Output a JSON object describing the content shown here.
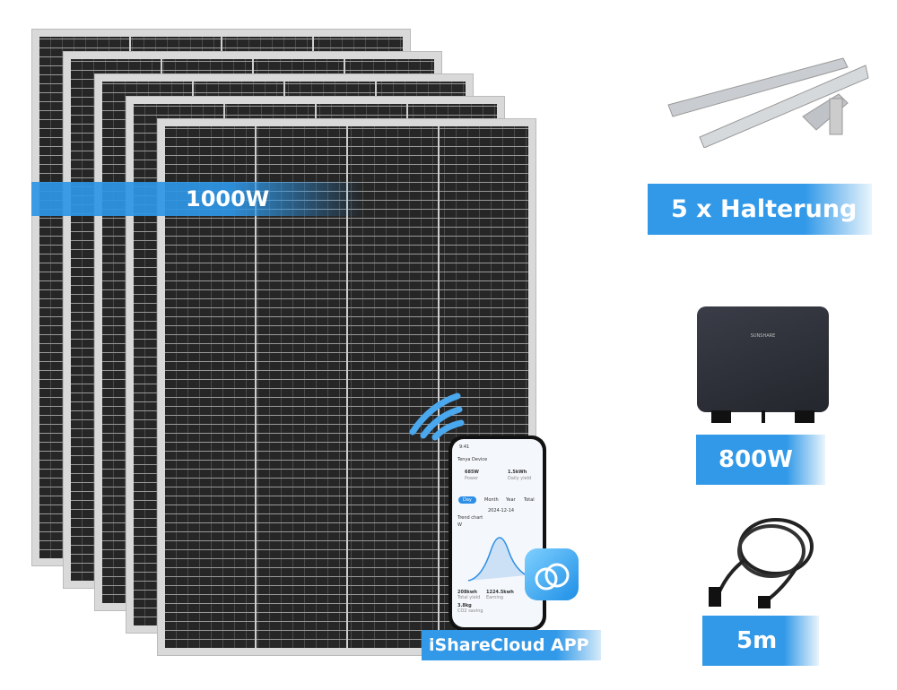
{
  "labels": {
    "panels_power": "1000W",
    "mounts": "5 x Halterung",
    "inverter_power": "800W",
    "cable_length": "5m",
    "app": "iShareCloud APP"
  },
  "inverter_brand": "SUNSHARE",
  "phone": {
    "time": "9:41",
    "device": "Tenya Device",
    "power": "685W",
    "power_label": "Power",
    "energy": "1.5kWh",
    "energy_label": "Daily yield",
    "tabs": [
      "Day",
      "Month",
      "Year",
      "Total"
    ],
    "date": "2024-12-14",
    "chart_title": "Trend chart",
    "unit": "W",
    "stats": [
      {
        "value": "208kwh",
        "label": "Total yield"
      },
      {
        "value": "1224.5kwh",
        "label": "Earning"
      },
      {
        "value": "3.8kg",
        "label": "CO2 saving"
      }
    ]
  },
  "colors": {
    "accent": "#3199e8"
  }
}
